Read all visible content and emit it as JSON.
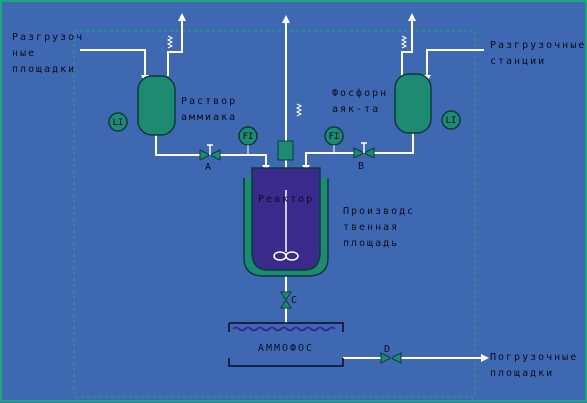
{
  "colors": {
    "background": "#3f68b2",
    "pipe": "#ffffff",
    "vessel": "#1f8a72",
    "reactor_inner": "#3a2a8c",
    "border": "#1ea67a",
    "text": "#0b0b22"
  },
  "labels": {
    "unloading_area_left": [
      "Разгрузоч",
      "ные",
      "площадки"
    ],
    "unloading_stations_right": [
      "Разгрузочные",
      "станции"
    ],
    "ammonia_solution": [
      "Раствор",
      "аммиака"
    ],
    "phosphoric_acid": [
      "Фосфорн",
      "аяк-та"
    ],
    "reactor": "Реактор",
    "production_area": [
      "Производс",
      "твенная",
      "площадь"
    ],
    "product": "АММОФОС",
    "loading_area": [
      "Погрузочные",
      "площадки"
    ]
  },
  "valves": {
    "a": "A",
    "b": "B",
    "c": "C",
    "d": "D"
  },
  "instruments": {
    "left_level": "LI",
    "left_flow": "FI",
    "right_flow": "FI",
    "right_level": "LI"
  }
}
